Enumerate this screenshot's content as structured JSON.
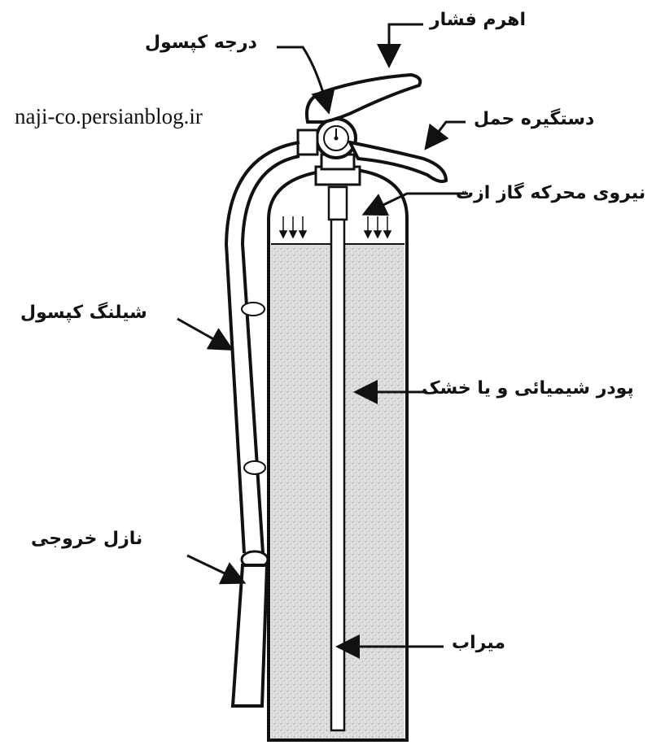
{
  "watermark": "naji-co.persianblog.ir",
  "labels": {
    "pressure_lever": "اهرم فشار",
    "gauge": "درجه کپسول",
    "carry_handle": "دستگیره حمل",
    "propellant": "نیروی محرکه گاز ازت",
    "hose": "شیلنگ کپسول",
    "powder": "پودر شیمیائی و یا خشک",
    "nozzle": "نازل خروجی",
    "siphon_tube": "میراب"
  },
  "colors": {
    "ink": "#111111",
    "powder_fill": "#dcdcdc",
    "background": "#ffffff"
  }
}
